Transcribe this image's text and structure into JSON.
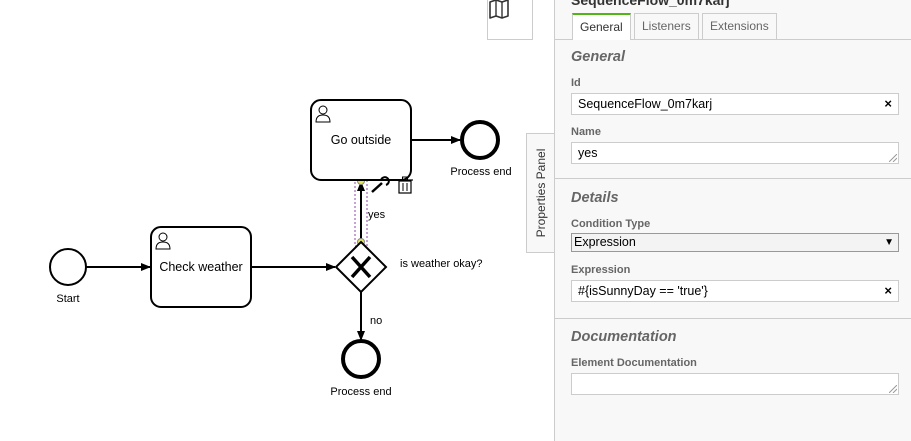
{
  "diagram": {
    "start_label": "Start",
    "check_weather_label": "Check weather",
    "go_outside_label": "Go outside",
    "gateway_label": "is weather okay?",
    "flow_yes_label": "yes",
    "flow_no_label": "no",
    "end_top_label": "Process end",
    "end_bottom_label": "Process end"
  },
  "toolbar": {
    "minimap_icon": "map-icon"
  },
  "panel_toggle": {
    "label": "Properties Panel"
  },
  "properties_panel": {
    "title": "SequenceFlow_0m7karj",
    "tabs": [
      {
        "label": "General",
        "active": true
      },
      {
        "label": "Listeners",
        "active": false
      },
      {
        "label": "Extensions",
        "active": false
      }
    ],
    "general": {
      "heading": "General",
      "id_label": "Id",
      "id_value": "SequenceFlow_0m7karj",
      "name_label": "Name",
      "name_value": "yes"
    },
    "details": {
      "heading": "Details",
      "condition_type_label": "Condition Type",
      "condition_type_value": "Expression",
      "expression_label": "Expression",
      "expression_value": "#{isSunnyDay == 'true'}"
    },
    "documentation": {
      "heading": "Documentation",
      "element_doc_label": "Element Documentation",
      "element_doc_value": ""
    },
    "clear_icon": "×",
    "dropdown_icon": "▼"
  }
}
